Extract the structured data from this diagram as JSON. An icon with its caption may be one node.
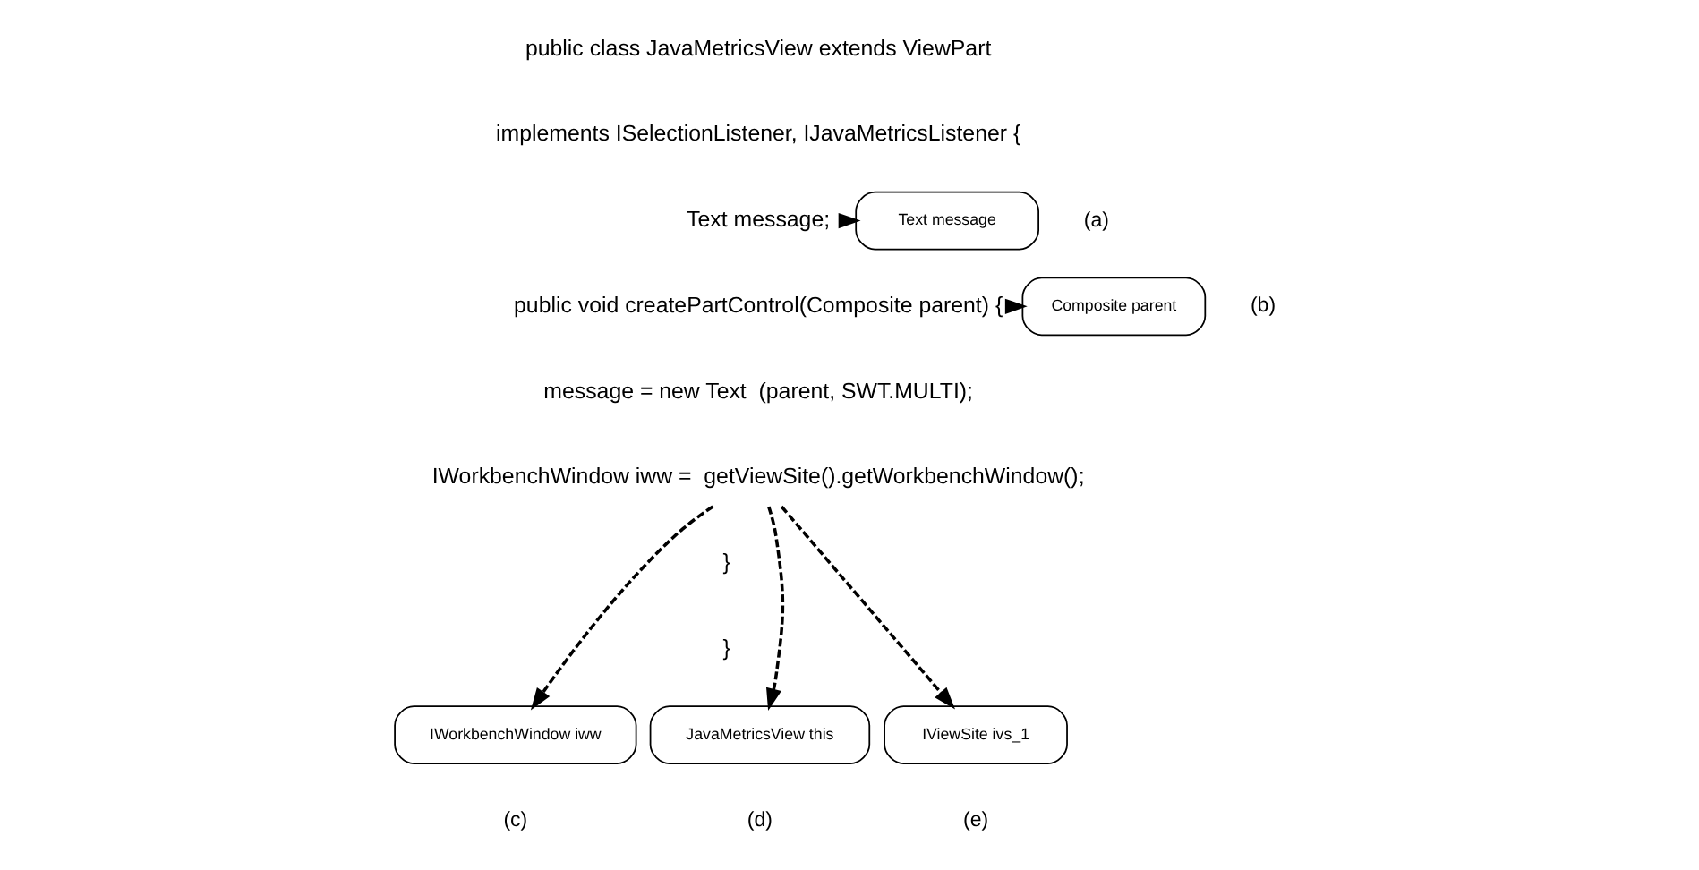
{
  "diagram": {
    "nodes": [
      {
        "text": [
          "Text message;"
        ]
      },
      {
        "text": [
          "Text message"
        ],
        "beside": [
          "(a)"
        ]
      },
      {
        "text": [
          "public void createPartControl(Composite parent) {"
        ]
      },
      {
        "text": [
          "Composite parent"
        ],
        "beside": [
          "(b)"
        ]
      },
      {
        "text": [
          "IWorkbenchWindow iww =  getViewSite().getWorkbenchWindow();"
        ]
      },
      {
        "text": [
          "IWorkbenchWindow iww"
        ],
        "beside": [
          "(c)"
        ]
      },
      {
        "text": [
          "JavaMetricsView this"
        ],
        "beside": [
          "(d)"
        ]
      },
      {
        "text": [
          "IViewSite ivs_1"
        ],
        "beside": [
          "(e)"
        ]
      }
    ],
    "edges": [
      {
        "from": 0,
        "to": 1,
        "arrow": "to",
        "style": "dashed"
      },
      {
        "from": 2,
        "to": 3,
        "arrow": "to",
        "style": "dashed"
      },
      {
        "from": 4,
        "to": 5,
        "arrow": "to",
        "style": "dashed"
      },
      {
        "from": 4,
        "to": 6,
        "arrow": "to",
        "style": "dashed"
      },
      {
        "from": 4,
        "to": 7,
        "arrow": "to",
        "style": "dashed"
      }
    ],
    "labels": [
      "public class JavaMetricsView extends ViewPart",
      "implements ISelectionListener, IJavaMetricsListener {",
      "message = new Text  (parent, SWT.MULTI);",
      "}",
      "}"
    ]
  }
}
